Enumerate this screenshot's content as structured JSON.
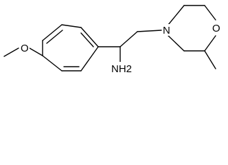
{
  "molecule": {
    "atom_labels": {
      "methoxy_oxygen": "O",
      "amine": "NH2",
      "morpholine_nitrogen": "N",
      "morpholine_oxygen": "O"
    },
    "colors": {
      "bond": "#000000",
      "label": "#000000",
      "background": "#ffffff"
    }
  }
}
